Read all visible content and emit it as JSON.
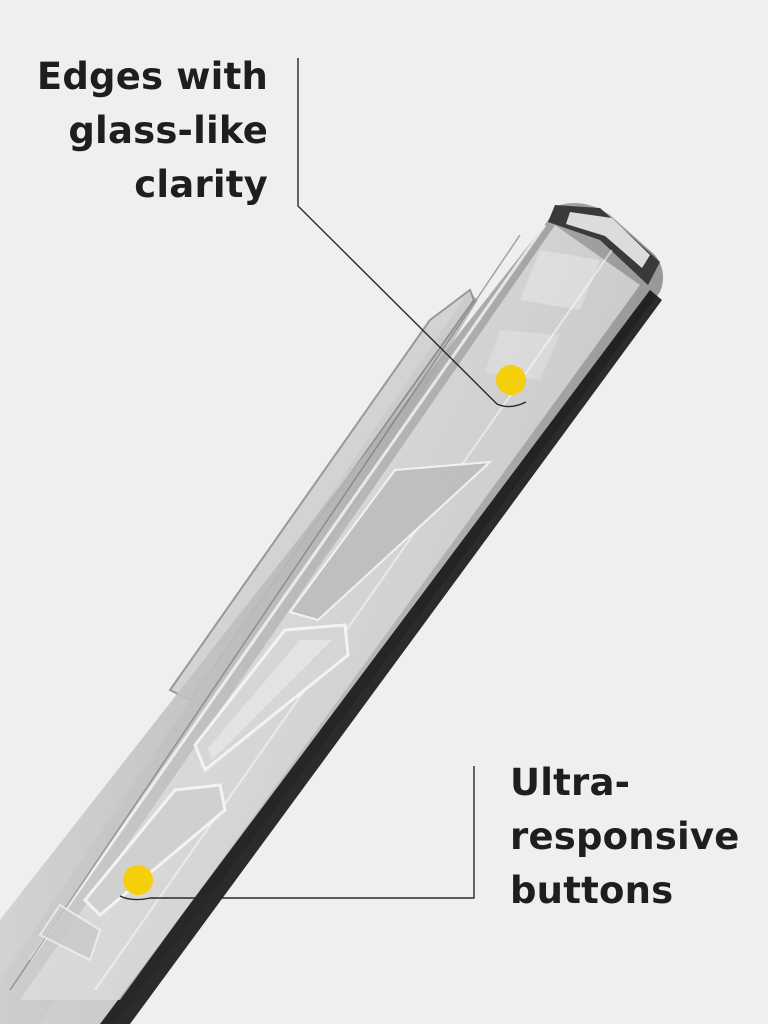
{
  "callouts": {
    "edges": {
      "line1": "Edges with",
      "line2": "glass-like",
      "line3": "clarity"
    },
    "buttons": {
      "line1": "Ultra-",
      "line2": "responsive",
      "line3": "buttons"
    }
  },
  "colors": {
    "background": "#efefef",
    "text": "#1e1e1e",
    "marker": "#f5cf0a",
    "leader_line": "#2a2a2a"
  }
}
